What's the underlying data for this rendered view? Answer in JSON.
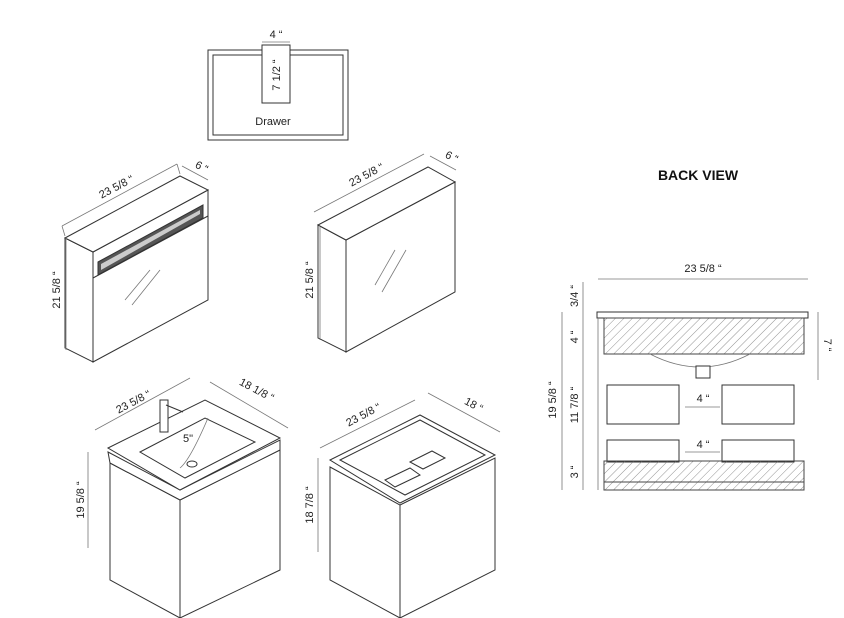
{
  "drawer_view": {
    "width_label": "4 “",
    "height_label": "7 1/2 “",
    "caption": "Drawer"
  },
  "mirror_left": {
    "width_label": "23 5/8 “",
    "depth_label": "6 “",
    "height_label": "21  5/8 “"
  },
  "mirror_right": {
    "width_label": "23 5/8 “",
    "depth_label": "6 “",
    "height_label": "21  5/8 “"
  },
  "vanity_with_top": {
    "width_label": "23 5/8 “",
    "depth_label": "18 1/8 “",
    "height_label": "19  5/8 “",
    "basin_label": "5\""
  },
  "vanity_cabinet": {
    "width_label": "23 5/8 “",
    "depth_label": "18 “",
    "height_label": "18 7/8 “"
  },
  "back_view": {
    "title": "BACK VIEW",
    "width_label": "23 5/8 “",
    "top_label": "3/4 “",
    "rail_label": "4 “",
    "total_height_label": "19  5/8 “",
    "mid_label": "11 7/8 “",
    "bottom_label": "3 “",
    "right_label": "7 “",
    "gap_upper_label": "4 “",
    "gap_lower_label": "4 “"
  }
}
